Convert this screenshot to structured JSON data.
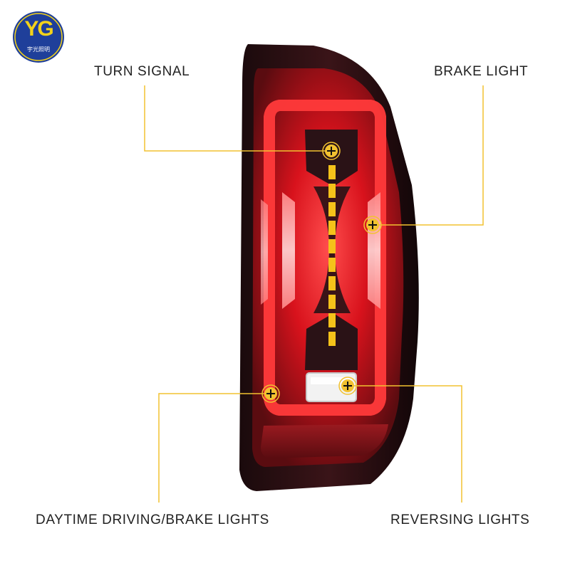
{
  "logo": {
    "mark": "YG",
    "caption": "宇光照明",
    "ring_color": "#f3d21a",
    "fill_color": "#1f3f9a"
  },
  "callouts": {
    "turn_signal": "TURN SIGNAL",
    "brake_light": "BRAKE LIGHT",
    "drl_brake": "DAYTIME DRIVING/BRAKE LIGHTS",
    "reversing": "REVERSING LIGHTS"
  },
  "colors": {
    "callout_line": "#f2c230",
    "marker_fill": "#f2c230",
    "lamp_red": "#d8121c",
    "lamp_housing": "#2a1013",
    "signal_amber": "#f5c21a"
  }
}
